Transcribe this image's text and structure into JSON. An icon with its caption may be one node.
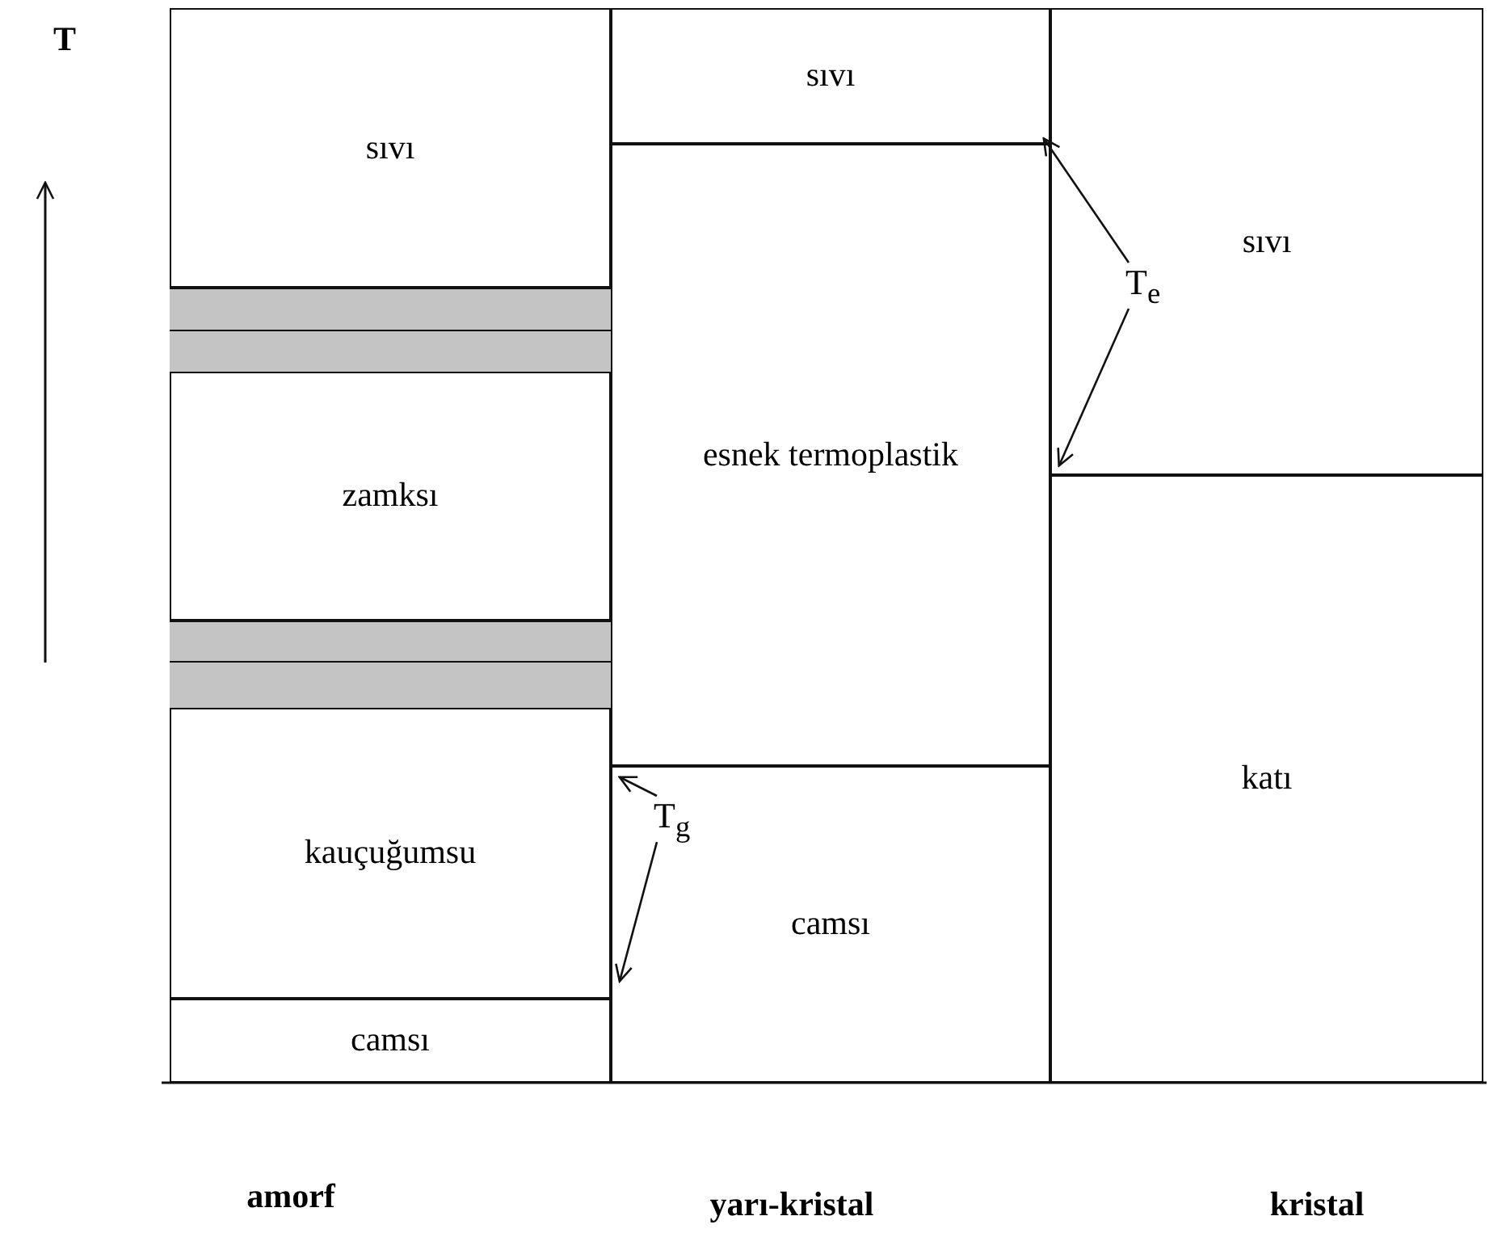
{
  "diagram": {
    "nodes": [
      {
        "text": [
          "sıvı"
        ]
      },
      {
        "text": [
          "zamksı"
        ]
      },
      {
        "text": [
          "kauçuğumsu"
        ]
      },
      {
        "text": [
          "camsı"
        ]
      },
      {
        "text": [
          "sıvı"
        ]
      },
      {
        "text": [
          "esnek termoplastik"
        ]
      },
      {
        "text": [
          "camsı"
        ]
      },
      {
        "text": [
          "sıvı"
        ]
      },
      {
        "text": [
          "katı"
        ]
      },
      {
        "text": [
          "T$_{e}$"
        ],
        "in": 7
      },
      {
        "text": [
          "T$_{g}$"
        ],
        "in": 6
      },
      {
        "text": [],
        "shape": "bar"
      },
      {
        "text": [],
        "shape": "bar"
      },
      {
        "text": [],
        "shape": "bar"
      },
      {
        "text": [],
        "shape": "bar"
      }
    ],
    "edges": [
      {
        "from": 9,
        "to": 4,
        "arrow": "to"
      },
      {
        "from": 9,
        "to": 7,
        "arrow": "to"
      },
      {
        "from": 10,
        "to": 6,
        "arrow": "to"
      },
      {
        "from": 10,
        "to": 6,
        "arrow": "to"
      }
    ],
    "labels": [
      "T",
      "amorf",
      "yarı-kristal",
      "kristal"
    ]
  }
}
